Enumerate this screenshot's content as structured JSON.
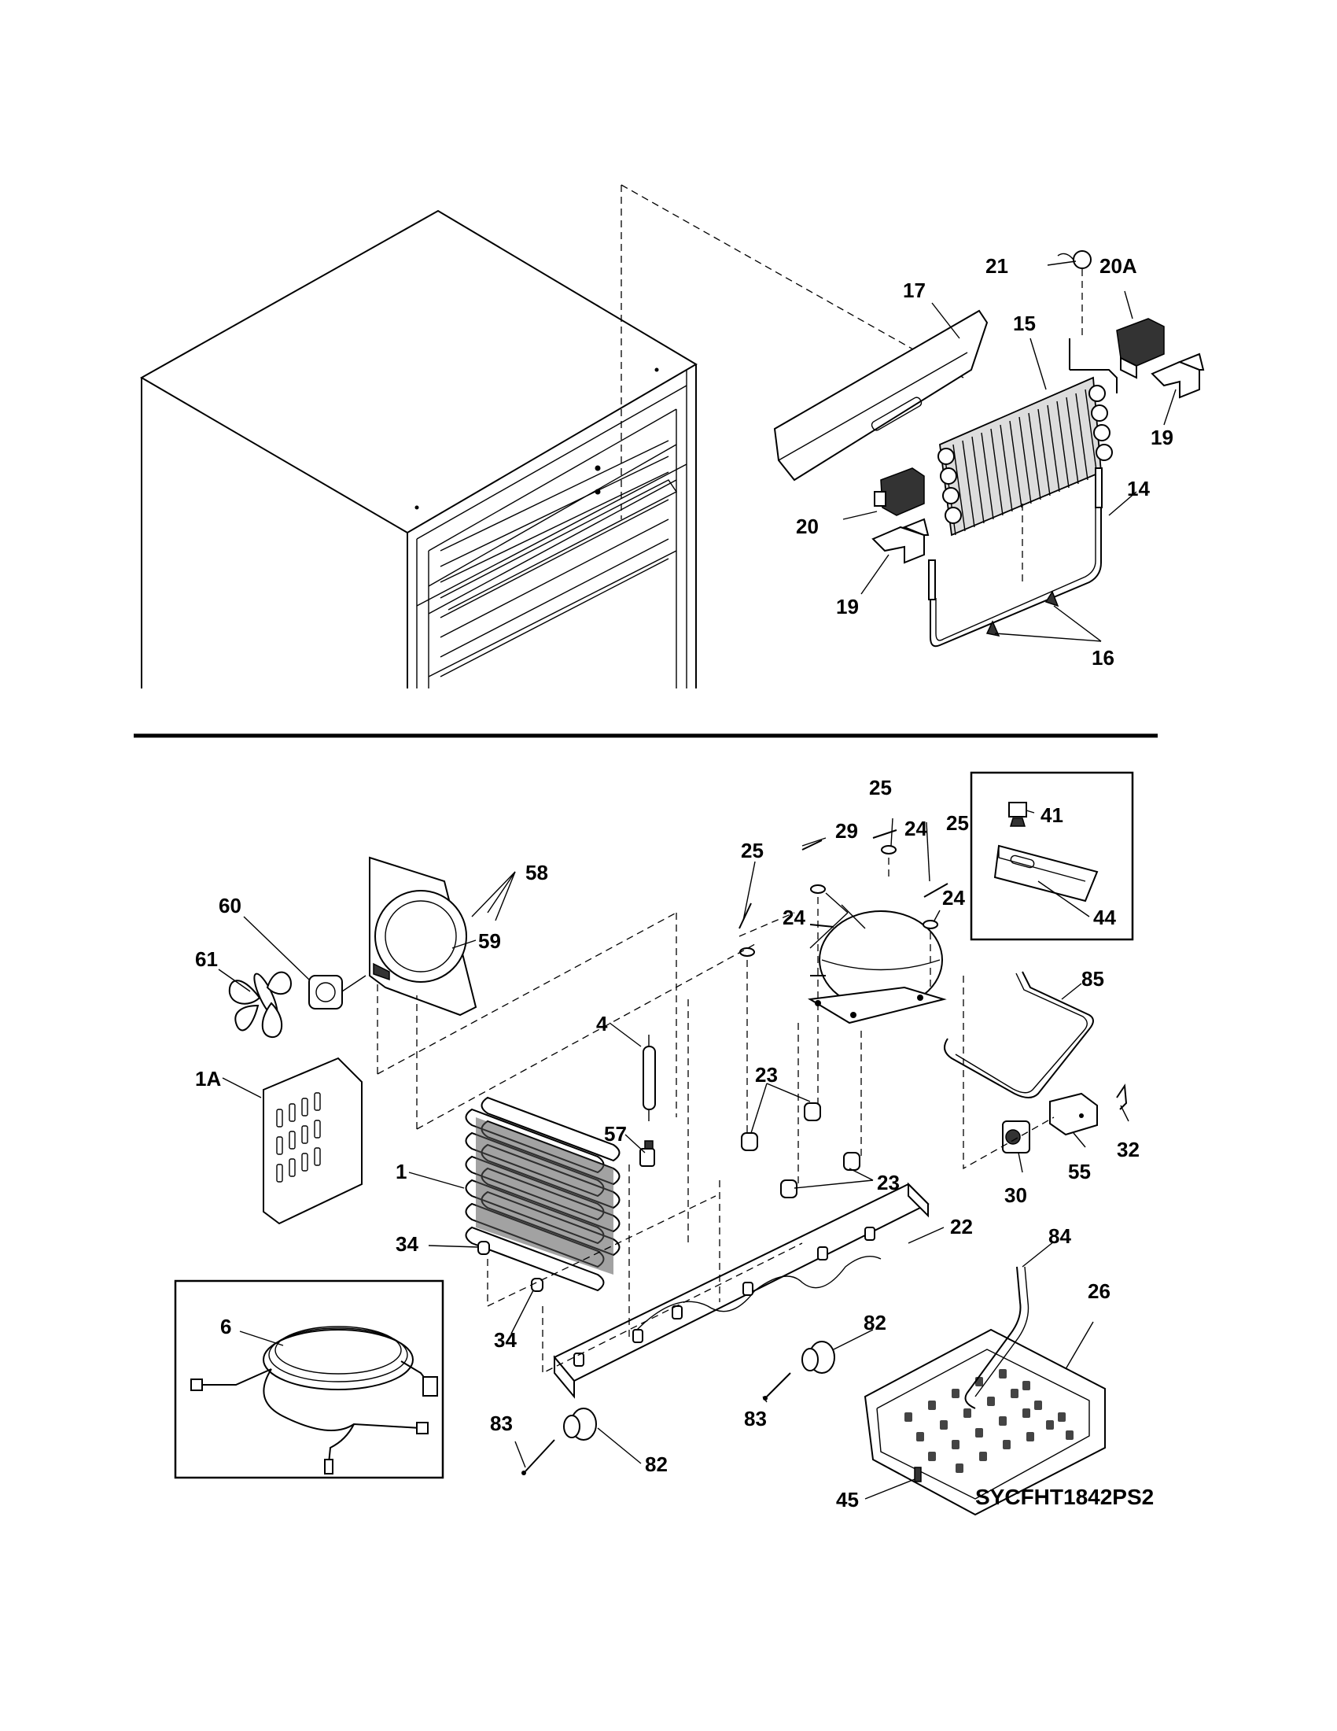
{
  "diagram": {
    "reference_code": "SYCFHT1842PS2",
    "callouts": {
      "p21": "21",
      "p20a": "20A",
      "p17": "17",
      "p15": "15",
      "p19a": "19",
      "p14": "14",
      "p20": "20",
      "p19b": "19",
      "p16": "16",
      "p25a": "25",
      "p25b": "25",
      "p25c": "25",
      "p24a": "24",
      "p24b": "24",
      "p24c": "24",
      "p29": "29",
      "p41": "41",
      "p44": "44",
      "p58": "58",
      "p60": "60",
      "p59": "59",
      "p61": "61",
      "p4": "4",
      "p85": "85",
      "p1a": "1A",
      "p23a": "23",
      "p23b": "23",
      "p57": "57",
      "p32": "32",
      "p1": "1",
      "p55": "55",
      "p30": "30",
      "p22": "22",
      "p34a": "34",
      "p34b": "34",
      "p84": "84",
      "p26": "26",
      "p6": "6",
      "p82a": "82",
      "p83a": "83",
      "p83b": "83",
      "p82b": "82",
      "p45": "45"
    }
  }
}
